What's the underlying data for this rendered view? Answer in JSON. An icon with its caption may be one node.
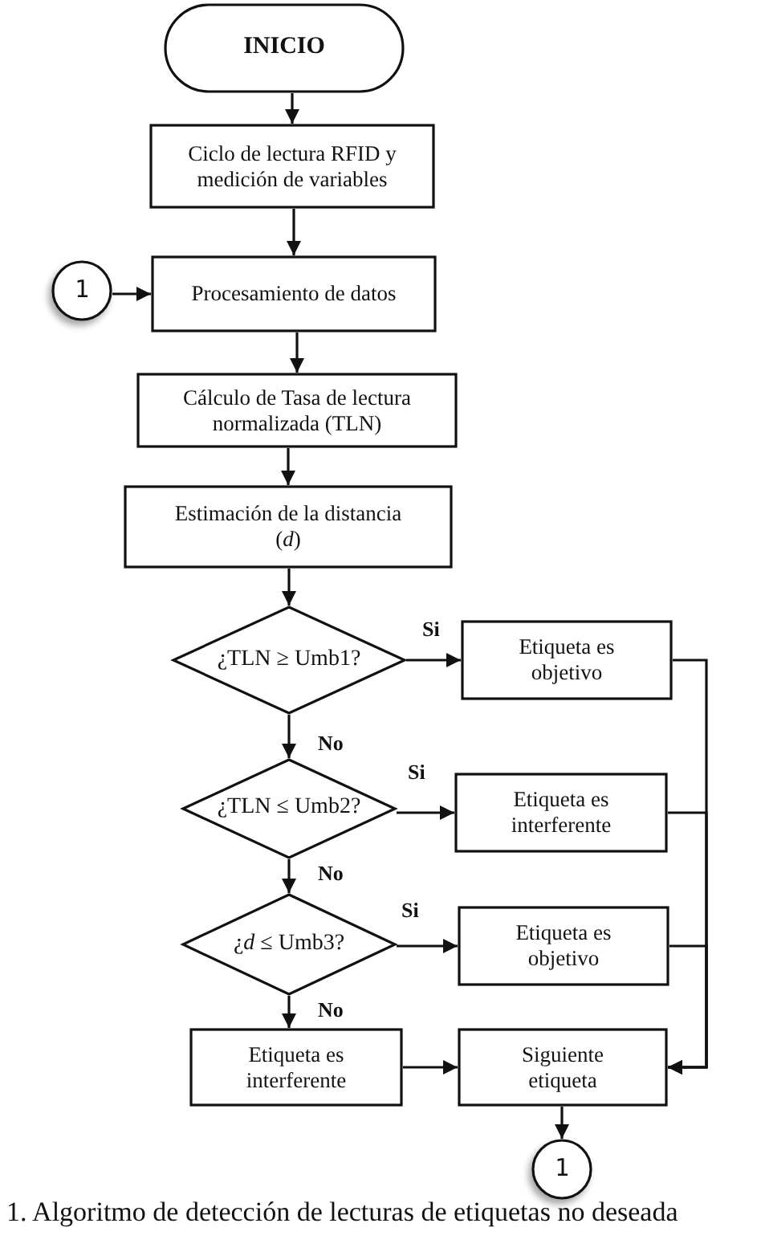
{
  "diagram": {
    "caption": "1. Algoritmo de detección de lecturas de etiquetas no deseada",
    "nodes": [
      {
        "text": [
          "INICIO"
        ]
      },
      {
        "text": [
          "Ciclo de lectura RFID y medición de variables"
        ]
      },
      {
        "text": [
          "1"
        ]
      },
      {
        "text": [
          "Procesamiento de datos"
        ]
      },
      {
        "text": [
          "Cálculo de Tasa de lectura normalizada (TLN)"
        ]
      },
      {
        "text": [
          "Estimación  de la distancia (*d*)"
        ]
      },
      {
        "text": [
          "¿TLN ≥ Umb1?"
        ]
      },
      {
        "text": [
          "Etiqueta es objetivo"
        ]
      },
      {
        "text": [
          "¿TLN ≤  Umb2?"
        ]
      },
      {
        "text": [
          "Etiqueta es interferente"
        ]
      },
      {
        "text": [
          "¿*d* ≤ Umb3?"
        ]
      },
      {
        "text": [
          "Etiqueta es objetivo"
        ]
      },
      {
        "text": [
          "Etiqueta es interferente"
        ]
      },
      {
        "text": [
          "Siguiente etiqueta"
        ]
      },
      {
        "text": [
          "1"
        ]
      }
    ],
    "edges": [
      {
        "from": 0,
        "to": 1,
        "arrow": "to"
      },
      {
        "from": 1,
        "to": 3,
        "arrow": "to"
      },
      {
        "from": 2,
        "to": 3,
        "arrow": "to"
      },
      {
        "from": 3,
        "to": 4,
        "arrow": "to"
      },
      {
        "from": 4,
        "to": 5,
        "arrow": "to"
      },
      {
        "from": 5,
        "to": 6,
        "arrow": "to"
      },
      {
        "from": 6,
        "to": 7,
        "arrow": "to",
        "label": "Si"
      },
      {
        "from": 6,
        "to": 8,
        "arrow": "to",
        "label": "No"
      },
      {
        "from": 8,
        "to": 9,
        "arrow": "to",
        "label": "Si"
      },
      {
        "from": 8,
        "to": 10,
        "arrow": "to",
        "label": "No"
      },
      {
        "from": 10,
        "to": 11,
        "arrow": "to",
        "label": "Si"
      },
      {
        "from": 10,
        "to": 12,
        "arrow": "to",
        "label": "No"
      },
      {
        "from": 12,
        "to": 13,
        "arrow": "to"
      },
      {
        "from": 7,
        "to": 13,
        "arrow": "to"
      },
      {
        "from": 9,
        "to": 13,
        "arrow": "to"
      },
      {
        "from": 11,
        "to": 13,
        "arrow": "to"
      },
      {
        "from": 13,
        "to": 14,
        "arrow": "to"
      }
    ]
  }
}
